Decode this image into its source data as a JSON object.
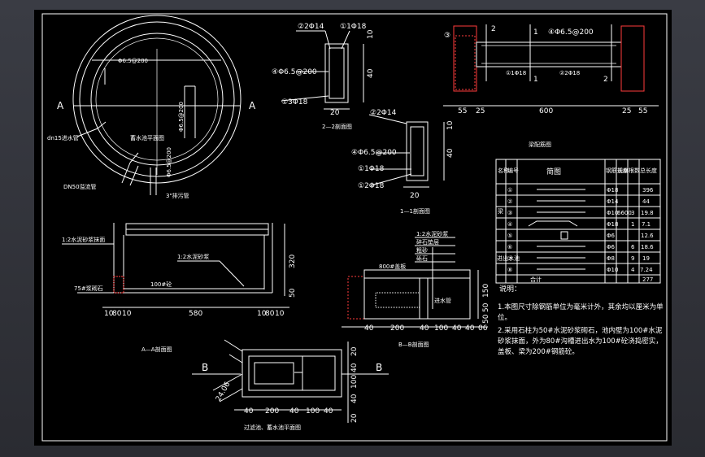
{
  "circle_plan": {
    "section_mark_left": "A",
    "section_mark_right": "A",
    "label_rebar_top": "Φ6.5@200",
    "label_vertical_1": "Φ6.5@200",
    "label_vertical_2": "Φ6.5@200",
    "label_inlet_pipe": "dn15进水管",
    "label_outlet_pipe": "DN50溢流管",
    "label_vent": "3\"排污管",
    "title": "蓄水池平面图"
  },
  "section_22": {
    "top_left_rebar": "②2Φ14",
    "top_right_rebar": "①1Φ18",
    "stirrup": "④Φ6.5@200",
    "bottom_rebar": "①3Φ18",
    "dim_width": "20",
    "dim_height": "40",
    "dim_top": "10",
    "title": "2—2剖面图"
  },
  "section_11": {
    "top_rebar": "②2Φ14",
    "stirrup": "④Φ6.5@200",
    "mid_rebar": "①1Φ18",
    "bottom_rebar": "①2Φ18",
    "dim_width": "20",
    "dim_height": "40",
    "dim_top": "10",
    "title": "1—1剖面图"
  },
  "beam_elevation": {
    "mark_3": "③",
    "mark_2a": "2",
    "mark_1a": "1",
    "mark_2b": "2",
    "mark_1b": "1",
    "stirrup": "④Φ6.5@200",
    "bottom_left": "①1Φ18",
    "bottom_right": "②2Φ18",
    "dims": [
      "55",
      "25",
      "600",
      "25",
      "55"
    ]
  },
  "rebar_table": {
    "title": "梁配筋图",
    "headers": [
      "名称",
      "编号",
      "简图",
      "钢筋规格",
      "长度",
      "根数",
      "总长度"
    ],
    "rows": [
      {
        "no": "①",
        "spec": "Φ18",
        "len": "",
        "count": "",
        "total": "396"
      },
      {
        "no": "②",
        "spec": "Φ14",
        "len": "",
        "count": "",
        "total": "44"
      },
      {
        "no": "③",
        "spec": "Φ10",
        "len": "6600",
        "count": "3",
        "total": "19.8"
      },
      {
        "no": "④",
        "spec": "Φ18",
        "len": "",
        "count": "1",
        "total": "7.1"
      },
      {
        "no": "⑤",
        "spec": "Φ6",
        "len": "",
        "count": "",
        "total": "12.6"
      },
      {
        "no": "⑥",
        "spec": "Φ6",
        "len": "",
        "count": "6",
        "total": "18.6"
      },
      {
        "no": "⑦",
        "spec": "Φ8",
        "len": "",
        "count": "9",
        "total": "19"
      },
      {
        "no": "⑧",
        "spec": "Φ10",
        "len": "",
        "count": "4",
        "total": "7.24"
      }
    ],
    "side_label_beam": "梁",
    "side_label_inlet": "进出水池",
    "side_label_total": "合计",
    "sum_total": "277"
  },
  "section_aa": {
    "label_mortar_left": "1:2水泥砂浆抹面",
    "label_mortar_mid": "1:2水泥砂浆",
    "label_base": "100#砼",
    "label_fill": "75#浆砌石",
    "dims_bottom": [
      "10",
      "80",
      "10",
      "580",
      "10",
      "80",
      "10"
    ],
    "dim_height": "320",
    "dim_small": "50",
    "title": "A—A剖面图"
  },
  "section_bb": {
    "label_layer_1": "1:2水泥砂浆",
    "label_layer_2": "碎石垫层",
    "label_layer_3": "粗砂",
    "label_layer_4": "砾石",
    "label_plate": "800#盖板",
    "label_pipe": "进水管",
    "dims_bottom": [
      "40",
      "200",
      "40",
      "100",
      "40",
      "40",
      "06"
    ],
    "dim_right_1": "150",
    "dim_right_2": "50",
    "dim_right_3": "50",
    "title": "B—B剖面图"
  },
  "filter_plan": {
    "mark_left": "B",
    "mark_right": "B",
    "dims_bottom": [
      "40",
      "200",
      "40",
      "100",
      "40"
    ],
    "dims_right": [
      "20",
      "40",
      "100",
      "40",
      "20"
    ],
    "dim_angle": "24.06",
    "title": "过滤池、蓄水池平面图"
  },
  "notes": {
    "title": "说明：",
    "line1": "1.本图尺寸除钢筋单位为毫米计外，其余均以厘米为单位。",
    "line2": "2.采用石柱为50#水泥砂浆砌石，池内壁为100#水泥砂浆抹面，外为80#沟槽进出水为100#砼浇捣密实，盖板、梁为200#钢筋砼。"
  }
}
